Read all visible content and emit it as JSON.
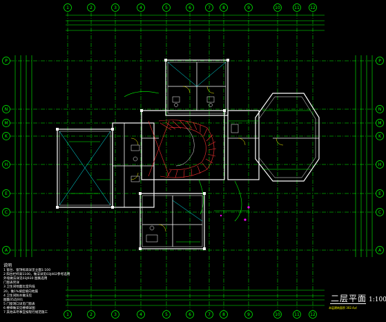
{
  "drawing": {
    "title": "二层平面",
    "scale": "1:100",
    "subtitle": "本层建筑面积 302.4㎡"
  },
  "axes": {
    "top_labels": [
      "1",
      "2",
      "3",
      "4",
      "5",
      "6",
      "7",
      "8",
      "9",
      "10",
      "11",
      "12"
    ],
    "bottom_labels": [
      "1",
      "2",
      "3",
      "4",
      "5",
      "6",
      "7",
      "8",
      "9",
      "10",
      "11",
      "12"
    ],
    "left_labels": [
      "P",
      "N",
      "M",
      "K",
      "H",
      "E",
      "C",
      "A"
    ],
    "right_labels": [
      "P",
      "N",
      "M",
      "K",
      "H",
      "E",
      "C",
      "A"
    ]
  },
  "notes": {
    "title": "说明",
    "items": [
      "1  窗台、窗顶标高详见立面1:100",
      "2  阳台栏杆高1100，做法详见03J402参考选用",
      "   外墙做法详见03J930 图集选用",
      "   门窗表另详",
      "3  卫生间地面比室内低",
      "   20，做1%坡度坡向地漏",
      "4  卫生间防水做法见",
      "   图集05ZJ001",
      "5  门窗洞口详见门窗表",
      "6  楼梯做法见楼梯详图",
      "7  其他未尽事宜按现行规范施工"
    ]
  },
  "colors": {
    "background": "#000000",
    "axis_lines": "#00ff00",
    "walls": "#ffffff",
    "dimension_lines": "#00ff00",
    "annotations": "#00ffff",
    "stair": "#ff0000",
    "highlight": "#ffff00",
    "magenta": "#ff00ff"
  }
}
